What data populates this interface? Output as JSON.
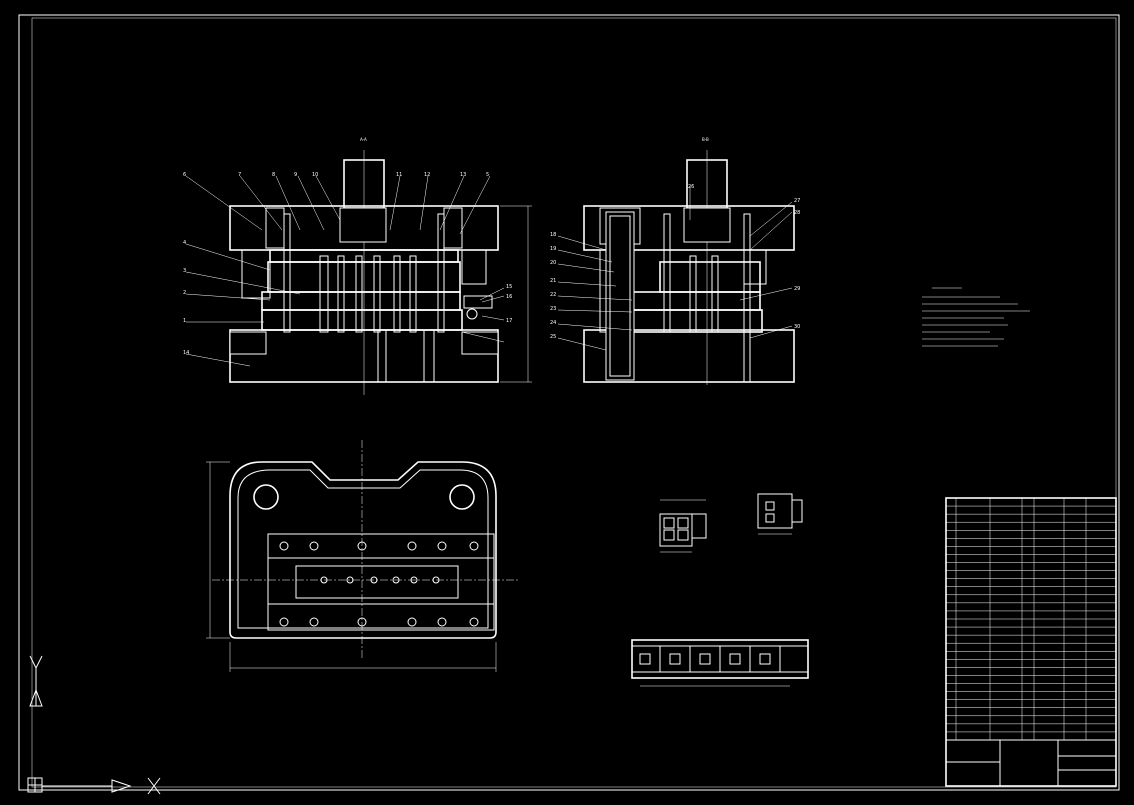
{
  "colors": {
    "background": "#000000",
    "line": "#ffffff"
  },
  "drawing": {
    "section_a": "A-A",
    "section_b": "B-B",
    "part_numbers_left": [
      "6",
      "7",
      "8",
      "9",
      "10",
      "11",
      "12",
      "13",
      "5",
      "4",
      "3",
      "2",
      "1",
      "14",
      "15",
      "16",
      "17"
    ],
    "part_numbers_right": [
      "18",
      "19",
      "20",
      "21",
      "22",
      "23",
      "24",
      "25",
      "26",
      "27",
      "28",
      "29",
      "30"
    ]
  },
  "titleblock": {
    "rows": 30
  }
}
